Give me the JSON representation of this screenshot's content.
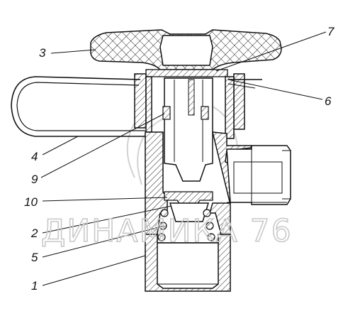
{
  "diagram": {
    "callouts": [
      {
        "id": "3",
        "label": "3"
      },
      {
        "id": "7",
        "label": "7"
      },
      {
        "id": "6",
        "label": "6"
      },
      {
        "id": "4",
        "label": "4"
      },
      {
        "id": "9",
        "label": "9"
      },
      {
        "id": "10",
        "label": "10"
      },
      {
        "id": "2",
        "label": "2"
      },
      {
        "id": "5",
        "label": "5"
      },
      {
        "id": "1",
        "label": "1"
      }
    ],
    "watermark": "ДИНАМИКА 76"
  }
}
